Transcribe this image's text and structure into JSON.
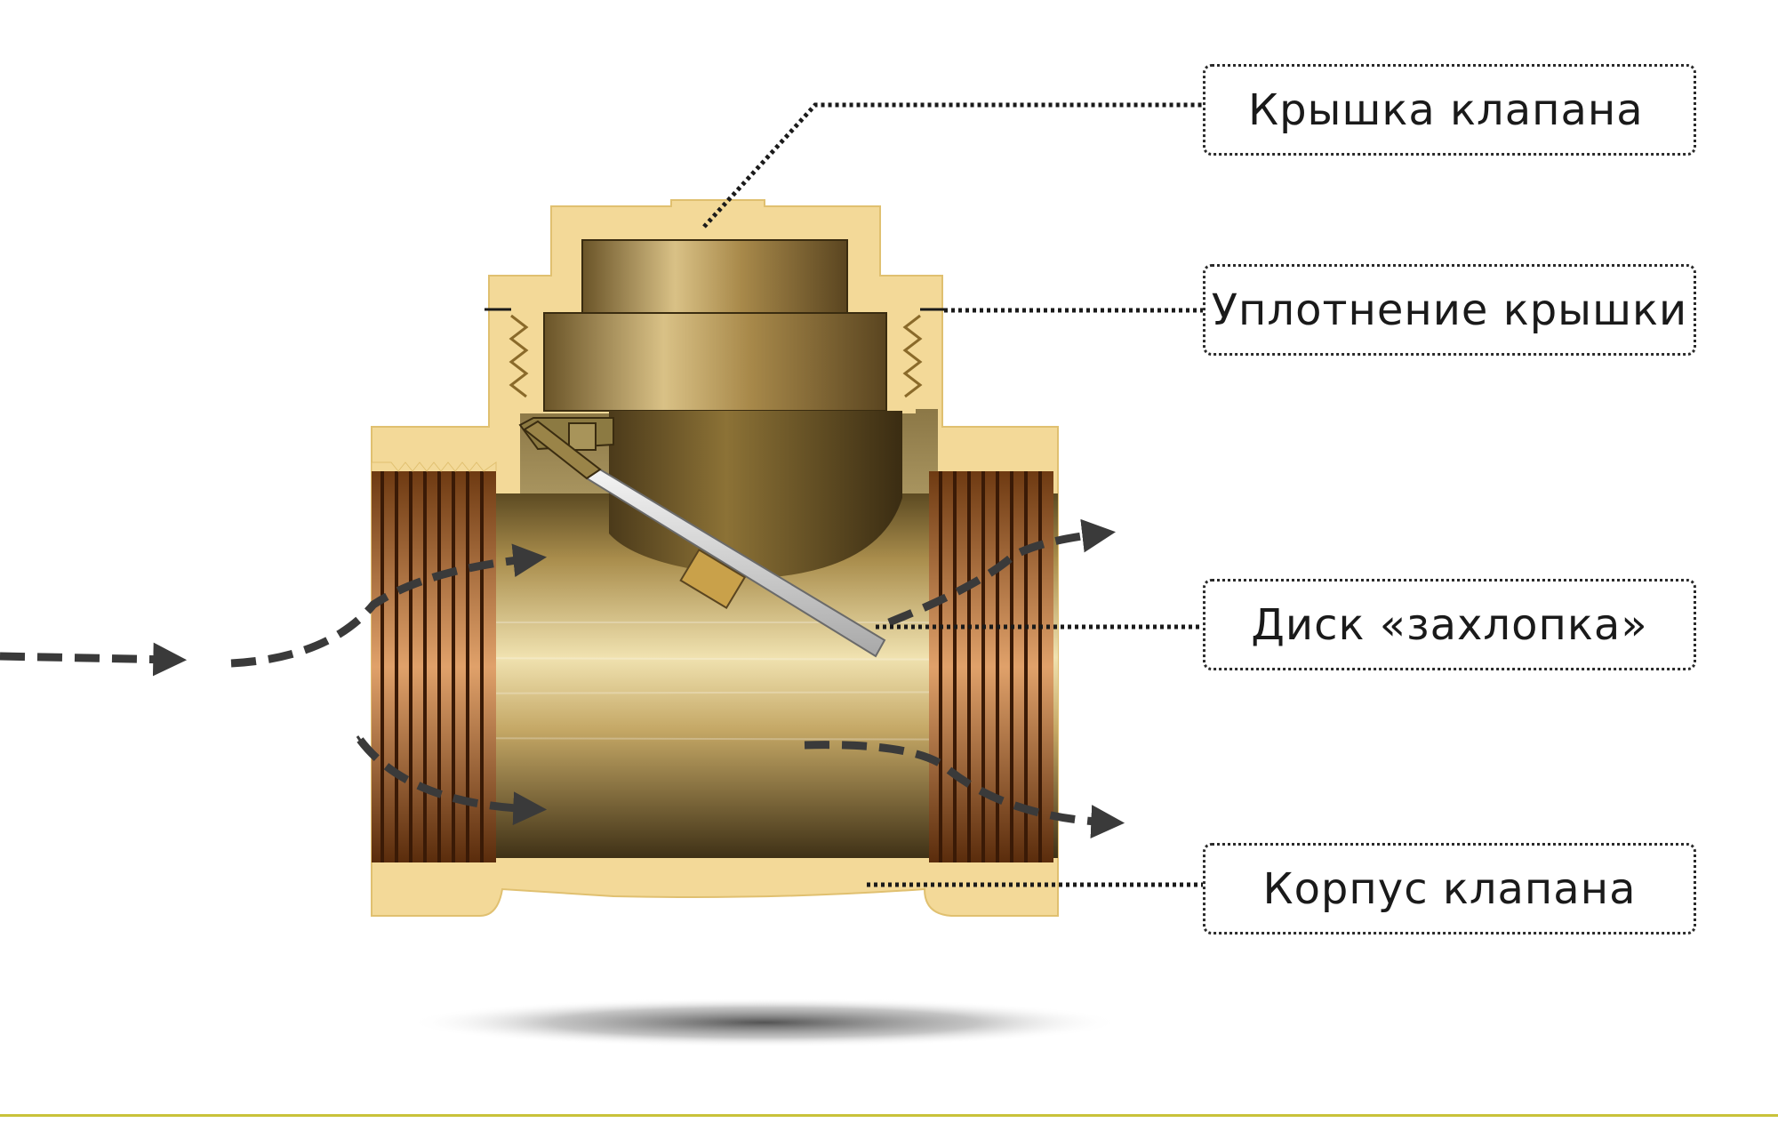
{
  "labels": {
    "cap": "Крышка клапана",
    "seal": "Уплотнение крышки",
    "disc": "Диск «захлопка»",
    "body": "Корпус клапана"
  },
  "colors": {
    "brass_light": "#f2d897",
    "brass_mid": "#c9a14a",
    "thread_copper": "#8a4a1e",
    "bore_gold": "#b89a52",
    "flow_arrow": "#3a3a3a",
    "leader": "#1a1a1a",
    "bottom_rule": "#c9c23a"
  }
}
